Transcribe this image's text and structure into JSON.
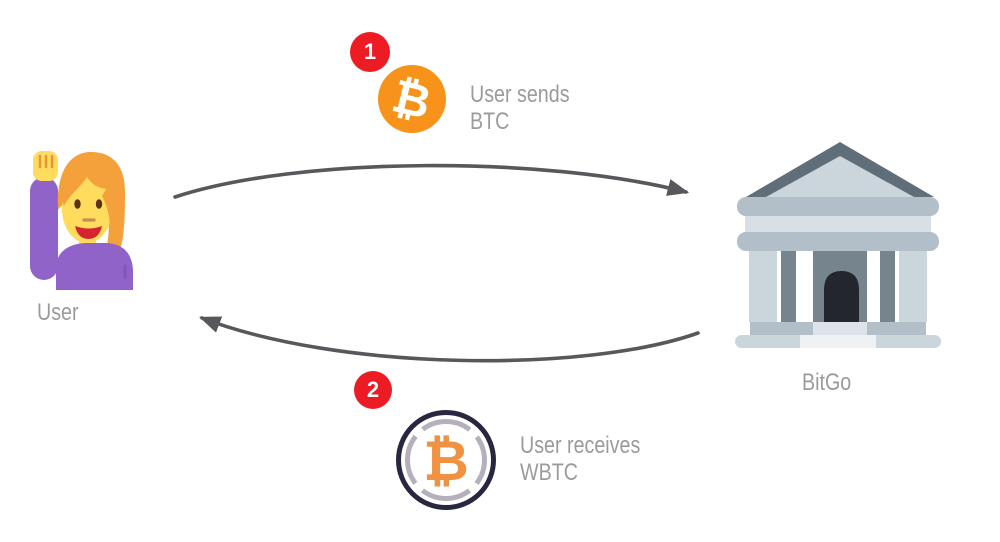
{
  "diagram": {
    "description": "BTC to WBTC wrap flow between a user and BitGo",
    "actors": {
      "user": {
        "label": "User",
        "icon": "person-raising-hand-emoji"
      },
      "bitgo": {
        "label": "BitGo",
        "icon": "bank-emoji"
      }
    },
    "steps": [
      {
        "number": "1",
        "line1": "User sends",
        "line2": "BTC",
        "coin": "bitcoin-coin",
        "symbol": "₿",
        "direction": "user-to-bitgo"
      },
      {
        "number": "2",
        "line1": "User receives",
        "line2": "WBTC",
        "coin": "wrapped-bitcoin-coin",
        "symbol": "₿",
        "direction": "bitgo-to-user"
      }
    ],
    "colors": {
      "background": "#FFFFFF",
      "label_text": "#9B9B9B",
      "arrow": "#57585C",
      "badge_red": "#ED1C24",
      "btc_orange": "#F7931A",
      "wbtc_ring_dark": "#29263F",
      "wbtc_ring_gray": "#B5B0BC",
      "wbtc_symbol_orange": "#EF9242",
      "emoji_hair": "#F4A13C",
      "emoji_skin": "#FFDB5E",
      "emoji_shirt": "#9063C8",
      "bank_dark_slate": "#5F6E79",
      "bank_light_gray": "#CBD5DC"
    }
  }
}
